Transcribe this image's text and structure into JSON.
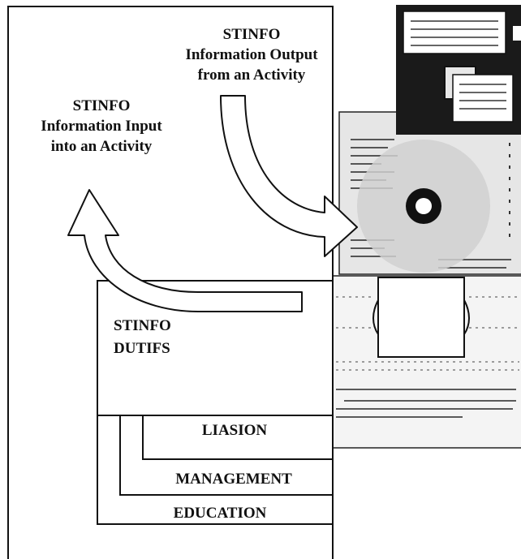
{
  "labels": {
    "output_line1": "STINFO",
    "output_line2": "Information Output",
    "output_line3": "from an Activity",
    "input_line1": "STINFO",
    "input_line2": "Information Input",
    "input_line3": "into an Activity",
    "duties_line1": "STINFO",
    "duties_line2": "DUTIFS",
    "liaison": "LIASION",
    "management": "MANAGEMENT",
    "education": "EDUCATION"
  },
  "colors": {
    "ink": "#111111",
    "paper": "#ffffff",
    "document_gray": "#d8d8d8",
    "disk_black": "#1a1a1a"
  }
}
